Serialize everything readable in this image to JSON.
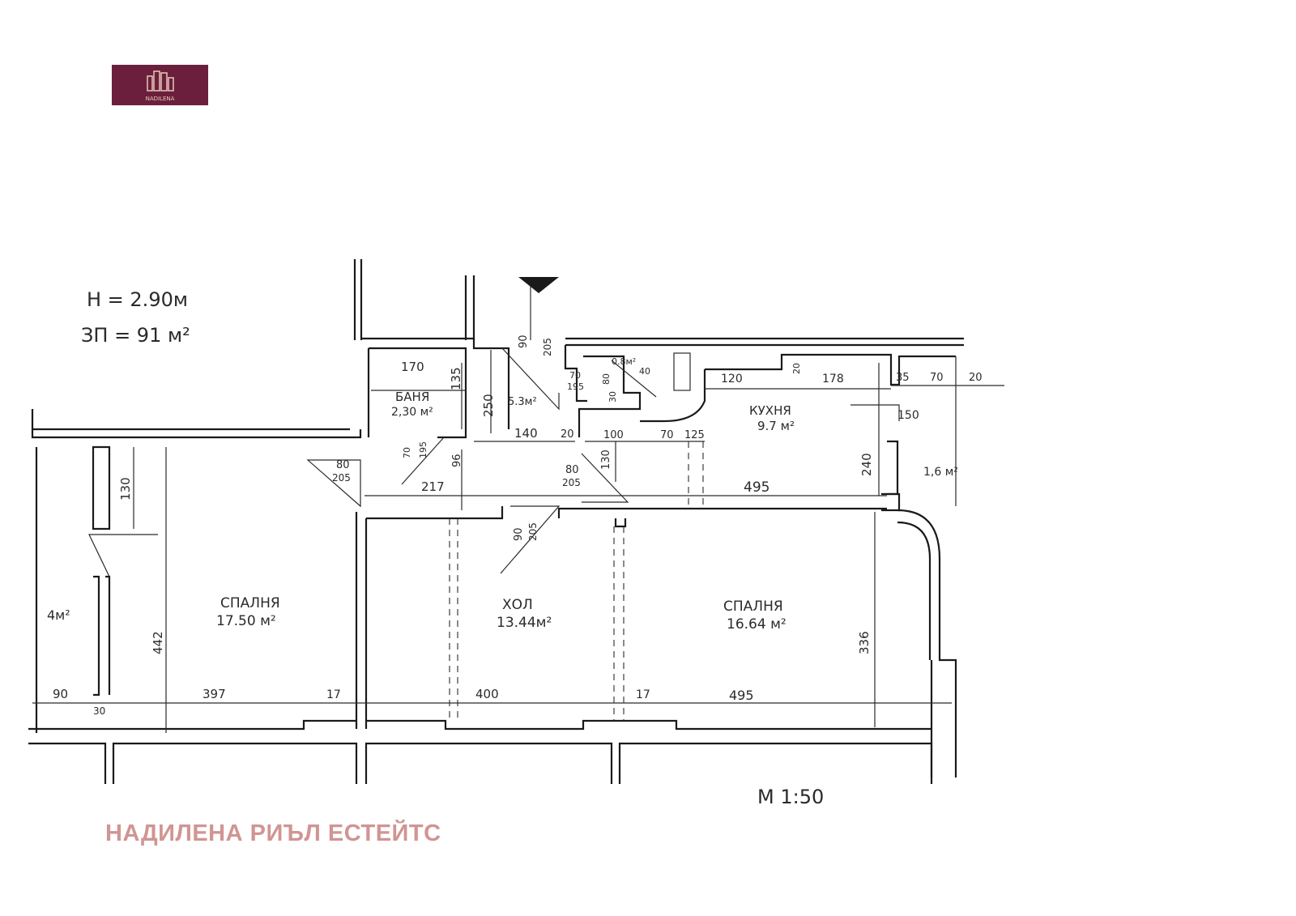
{
  "brand": {
    "logo_text": "NADILENA",
    "logo_bg": "#6b1f3d",
    "footer_text": "НАДИЛЕНА РИЪЛ ЕСТЕЙТС",
    "footer_color": "#d09593"
  },
  "plan": {
    "height_note": "H = 2.90м",
    "area_note": "ЗП = 91 м²",
    "scale": "M 1:50",
    "rooms": {
      "bath_name": "БАНЯ",
      "bath_area": "2,30 м²",
      "hall_small_area": "5.3м²",
      "storage_area": "0.8м²",
      "kitchen_name": "КУХНЯ",
      "kitchen_area": "9.7 м²",
      "terrace_area": "1,6 м²",
      "balcony_area": "4м²",
      "bedroom1_name": "СПАЛНЯ",
      "bedroom1_area": "17.50 м²",
      "living_name": "ХОЛ",
      "living_area": "13.44м²",
      "bedroom2_name": "СПАЛНЯ",
      "bedroom2_area": "16.64 м²"
    },
    "dims": {
      "d170": "170",
      "d135": "135",
      "d250": "250",
      "d140": "140",
      "d20a": "20",
      "d100": "100",
      "d70a": "70",
      "d125": "125",
      "d120": "120",
      "d178": "178",
      "d20b": "20",
      "d35": "35",
      "d70b": "70",
      "d20c": "20",
      "d150": "150",
      "d240": "240",
      "d495a": "495",
      "d217": "217",
      "d96": "96",
      "d130a": "130",
      "d130b": "130",
      "d442": "442",
      "d90a": "90",
      "d397": "397",
      "d17a": "17",
      "d400": "400",
      "d17b": "17",
      "d495b": "495",
      "d336": "336",
      "d30": "30",
      "d40": "40",
      "d80a": "80",
      "d30b": "30",
      "door1_w": "80",
      "door1_h": "205",
      "door2_w": "80",
      "door2_h": "205",
      "door3_w": "90",
      "door3_h": "205",
      "door4_w": "90",
      "door4_h": "205",
      "door5_w": "70",
      "door5_h": "195",
      "door6_w": "70",
      "door6_h": "195"
    }
  }
}
